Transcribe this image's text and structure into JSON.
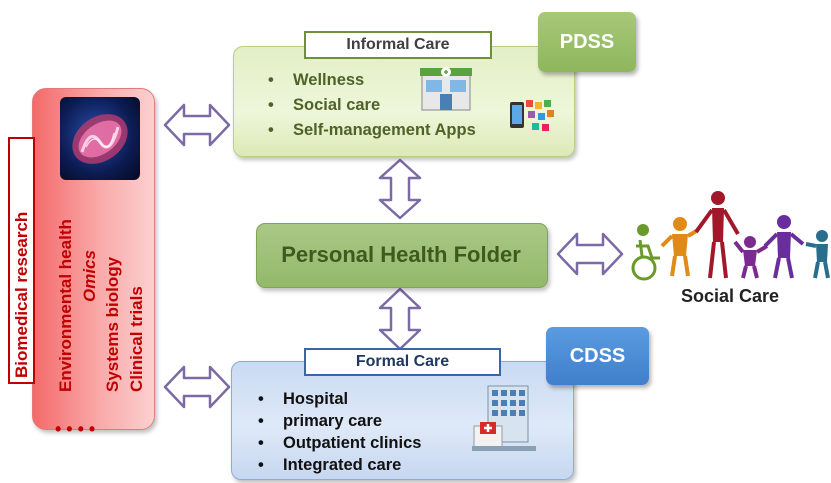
{
  "research": {
    "label": "Biomedical research",
    "items": [
      "Environmental health",
      "Omics",
      "Systems biology",
      "Clinical trials",
      "•   •   •   •"
    ]
  },
  "informal": {
    "title": "Informal Care",
    "items": [
      "Wellness",
      "Social care",
      "Self-management Apps"
    ],
    "badge": "PDSS"
  },
  "phf": {
    "label": "Personal Health Folder"
  },
  "formal": {
    "title": "Formal Care",
    "items": [
      "Hospital",
      "primary care",
      "Outpatient clinics",
      "Integrated care"
    ],
    "badge": "CDSS"
  },
  "social": {
    "label": "Social Care"
  },
  "bullet": "•",
  "colors": {
    "research": "#c00000",
    "informal": "#4f6228",
    "formal": "#1f3864",
    "arrow": "#7b6aa6"
  }
}
